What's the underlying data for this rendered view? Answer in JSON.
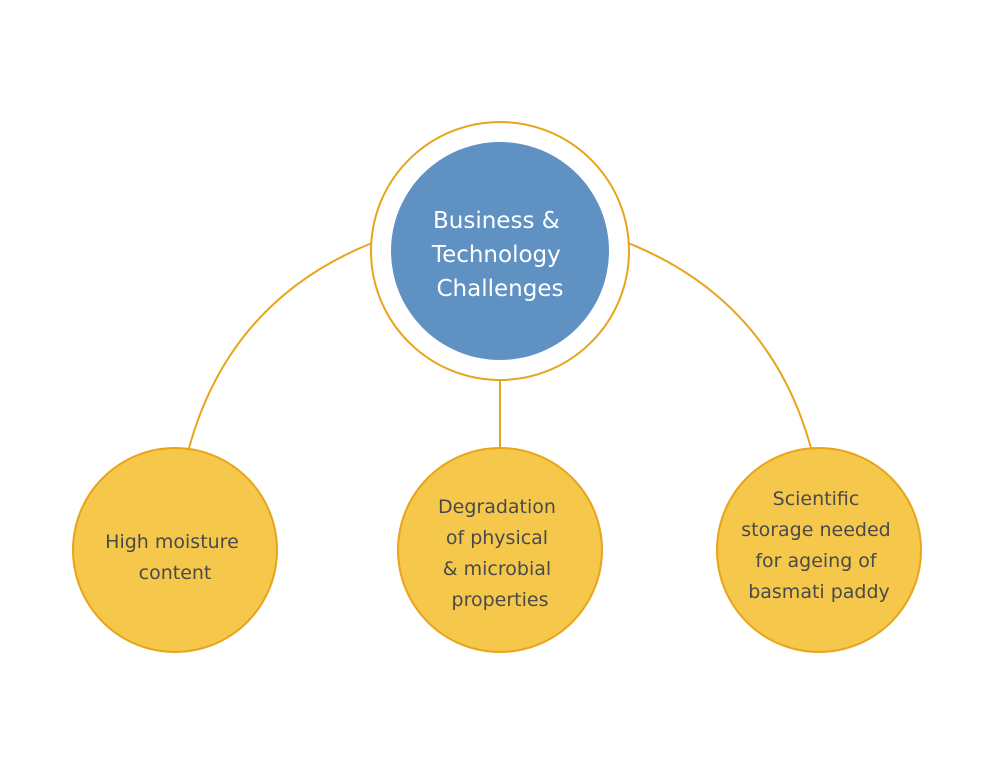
{
  "colors": {
    "center_fill": "#5f92c3",
    "ring_stroke": "#e8a51a",
    "node_fill": "#f5c84c",
    "node_stroke": "#e8a51a",
    "connector": "#e8a51a",
    "node_text": "#4a4a4a",
    "center_text": "#ffffff"
  },
  "center": {
    "lines": [
      "Business &",
      "Technology",
      "Challenges"
    ]
  },
  "nodes": [
    {
      "lines": [
        "High moisture",
        "content"
      ]
    },
    {
      "lines": [
        "Degradation",
        "of physical",
        "& microbial",
        "properties"
      ]
    },
    {
      "lines": [
        "Scientific",
        "storage needed",
        "for ageing of",
        "basmati paddy"
      ]
    }
  ]
}
